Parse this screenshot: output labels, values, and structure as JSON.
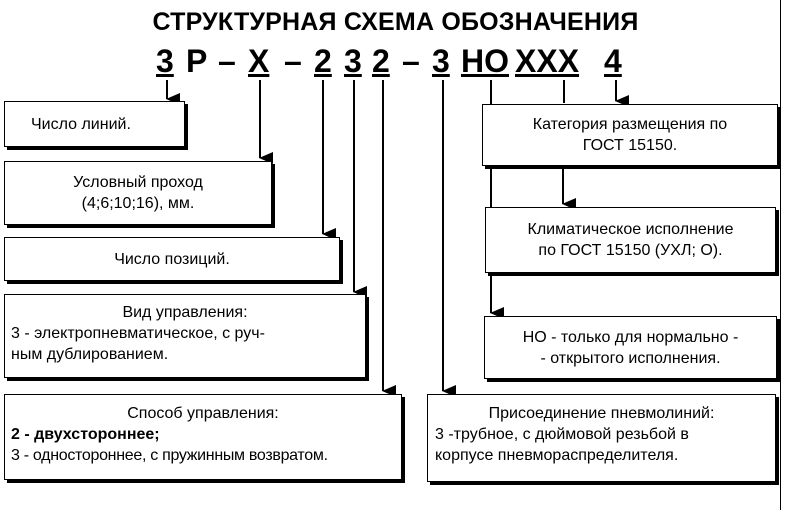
{
  "title": "СТРУКТУРНАЯ СХЕМА ОБОЗНАЧЕНИЯ",
  "code": [
    "3",
    "Р",
    "–",
    "Х",
    "–",
    "2",
    "3",
    "2",
    "–",
    "3",
    "НО",
    "ХХХ",
    "4"
  ],
  "boxes": {
    "lines": "Число линий.",
    "bore": [
      "Условный проход",
      "(4;6;10;16), мм."
    ],
    "positions": "Число позиций.",
    "control_type": [
      "Вид управления:",
      "3 - электропневматическое, с руч-",
      "ным дублированием."
    ],
    "control_method": [
      "Способ управления:",
      "2 - двухстороннее;",
      "3 - одностороннее, с пружинным возвратом."
    ],
    "placement": [
      "Категория размещения по",
      "ГОСТ 15150."
    ],
    "climate": [
      "Климатическое исполнение",
      "по ГОСТ 15150 (УХЛ; О)."
    ],
    "no": [
      "НО - только для нормально -",
      "- открытого исполнения."
    ],
    "connection": [
      "Присоединение пневмолиний:",
      "3 -трубное, с дюймовой резьбой в",
      "корпусе пневмораспределителя."
    ]
  }
}
